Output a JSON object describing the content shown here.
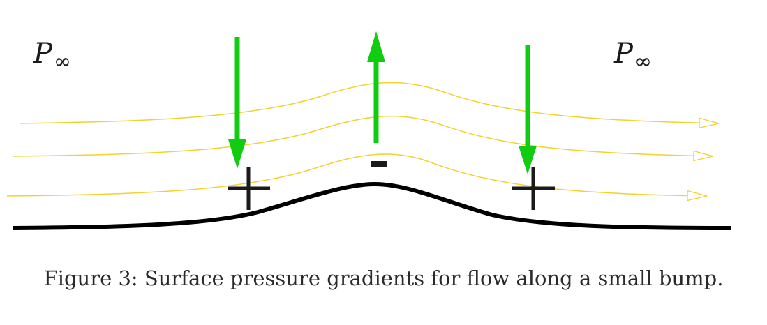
{
  "labels": {
    "pressure_left_main": "P",
    "pressure_left_sub": "∞",
    "pressure_right_main": "P",
    "pressure_right_sub": "∞",
    "sign_left": "+",
    "sign_center": "−",
    "sign_right": "+"
  },
  "caption": "Figure 3: Surface pressure gradients for flow along a small bump.",
  "colors": {
    "streamline": "#f2d22e",
    "pressure_arrow": "#11cc11",
    "surface": "#000000",
    "signs": "#1a1a1a"
  }
}
